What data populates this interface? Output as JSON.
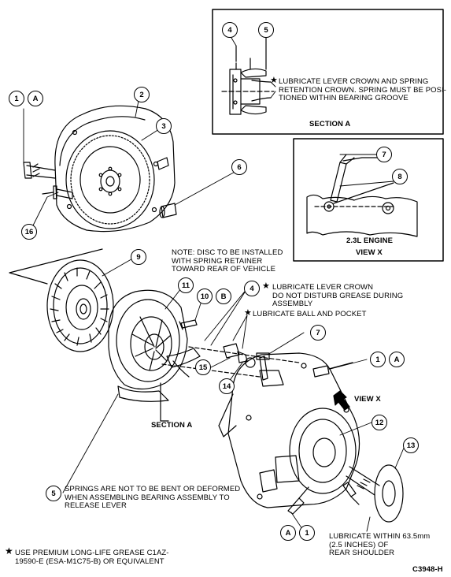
{
  "section_a": {
    "note": "LUBRICATE LEVER CROWN AND SPRING\nRETENTION CROWN. SPRING MUST BE POSI-\nTIONED WITHIN BEARING GROOVE",
    "title": "SECTION A",
    "callouts": [
      "4",
      "5"
    ]
  },
  "view_x": {
    "title_line1": "2.3L ENGINE",
    "title_line2": "VIEW X",
    "callouts": [
      "7",
      "8"
    ]
  },
  "notes": {
    "disc": "NOTE: DISC TO BE INSTALLED\nWITH SPRING RETAINER\nTOWARD REAR OF VEHICLE",
    "lever_crown": "LUBRICATE LEVER CROWN\nDO NOT DISTURB GREASE DURING\nASSEMBLY",
    "ball_pocket": "LUBRICATE BALL AND POCKET",
    "view_x_arrow": "VIEW X",
    "section_a_label": "SECTION A",
    "springs": "SPRINGS ARE NOT TO BE BENT OR DEFORMED\nWHEN ASSEMBLING BEARING ASSEMBLY TO\nRELEASE LEVER",
    "grease": "USE PREMIUM LONG-LIFE GREASE C1AZ-\n19590-E (ESA-M1C75-B) OR EQUIVALENT",
    "lubricate_shaft": "LUBRICATE WITHIN 63.5mm\n(2.5 INCHES) OF\nREAR SHOULDER",
    "figure_code": "C3948-H",
    "star": "★"
  },
  "callouts": {
    "c1_top": "1",
    "cA_top": "A",
    "c2": "2",
    "c3": "3",
    "c6": "6",
    "c16": "16",
    "c9": "9",
    "c11": "11",
    "c10": "10",
    "cB": "B",
    "c4_main": "4",
    "c7_main": "7",
    "c15": "15",
    "c14": "14",
    "c1_right": "1",
    "cA_right": "A",
    "c12": "12",
    "c13": "13",
    "c5_main": "5",
    "cA_bottom": "A",
    "c1_bottom": "1"
  }
}
